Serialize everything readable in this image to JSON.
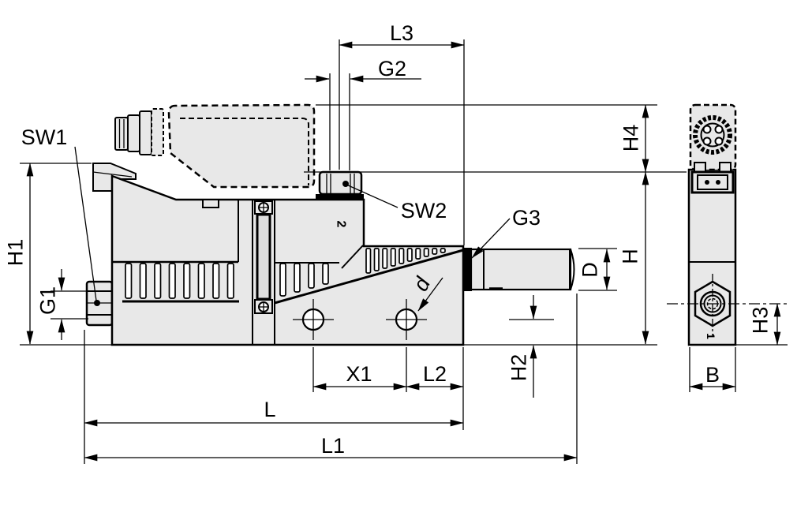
{
  "drawing_type": "technical-dimension-drawing",
  "labels": {
    "sw1": "SW1",
    "h1": "H1",
    "g1": "G1",
    "l3": "L3",
    "g2": "G2",
    "sw2": "SW2",
    "g3": "G3",
    "d_small": "d",
    "h4": "H4",
    "h": "H",
    "d_big": "D",
    "h2": "H2",
    "h3": "H3",
    "b": "B",
    "x1": "X1",
    "l2": "L2",
    "l": "L",
    "l1": "L1",
    "port2": "2",
    "port1": "1"
  },
  "colors": {
    "body_fill": "#e8e8e8",
    "line_color": "#000000",
    "background": "#ffffff"
  }
}
